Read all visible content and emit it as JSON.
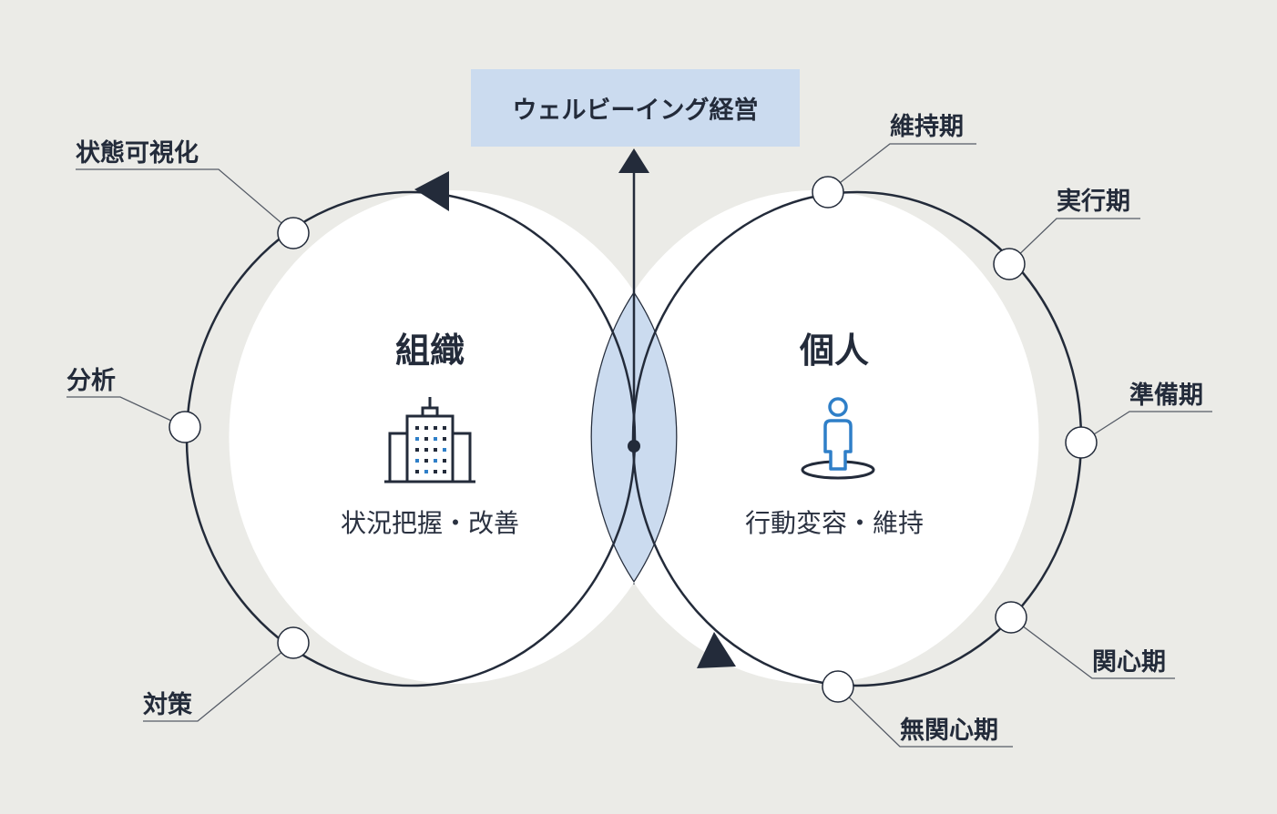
{
  "title": "ウェルビーイング経営",
  "colors": {
    "background": "#ebebe7",
    "stroke": "#232b3a",
    "overlap_fill": "#cbdbef",
    "accent_blue": "#2f7fc8"
  },
  "organization": {
    "heading": "組織",
    "caption": "状況把握・改善",
    "icon": "building-icon",
    "stages": [
      "状態可視化",
      "分析",
      "対策"
    ]
  },
  "individual": {
    "heading": "個人",
    "caption": "行動変容・維持",
    "icon": "person-icon",
    "stages": [
      "維持期",
      "実行期",
      "準備期",
      "関心期",
      "無関心期"
    ]
  }
}
